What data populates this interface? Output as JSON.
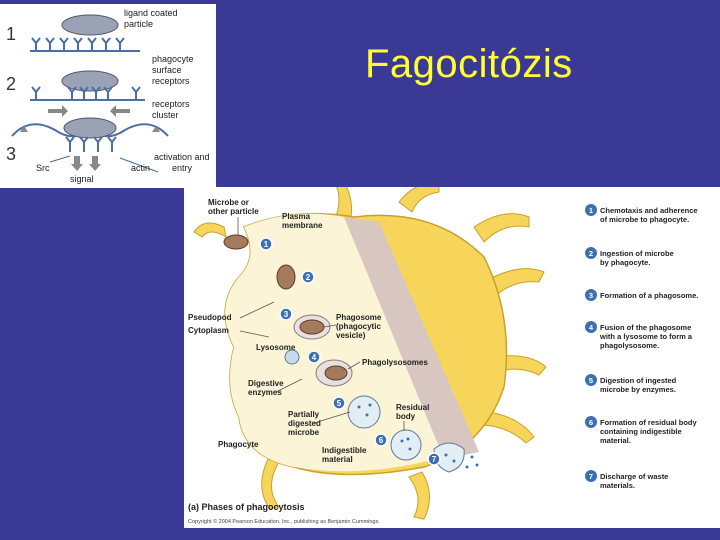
{
  "title": "Fagocitózis",
  "inset": {
    "steps": [
      "1",
      "2",
      "3"
    ],
    "labels": {
      "ligand": "ligand coated particle",
      "phagocyte": "phagocyte surface receptors",
      "cluster": "receptors cluster",
      "activation": "activation and entry",
      "actin": "actin",
      "src": "Src",
      "signal": "signal"
    }
  },
  "figure": {
    "caption": "(a) Phases of phagocytosis",
    "copyright": "Copyright © 2004 Pearson Education, Inc., publishing as Benjamin Cummings.",
    "labels": {
      "microbe": "Microbe or other particle",
      "plasma": "Plasma membrane",
      "pseudopod": "Pseudopod",
      "cytoplasm": "Cytoplasm",
      "phagosome": "Phagosome (phagocytic vesicle)",
      "lysosome": "Lysosome",
      "phagolysosomes": "Phagolysosomes",
      "digestive": "Digestive enzymes",
      "partially": "Partially digested microbe",
      "residual": "Residual body",
      "indigestible": "Indigestible material",
      "phagocyte": "Phagocyte"
    },
    "steps": [
      {
        "num": "1",
        "text": "Chemotaxis and adherence of microbe to phagocyte."
      },
      {
        "num": "2",
        "text": "Ingestion of microbe by phagocyte."
      },
      {
        "num": "3",
        "text": "Formation of a phagosome."
      },
      {
        "num": "4",
        "text": "Fusion of the phagosome with a lysosome to form a phagolysosome."
      },
      {
        "num": "5",
        "text": "Digestion of ingested microbe by enzymes."
      },
      {
        "num": "6",
        "text": "Formation of residual body containing indigestible material."
      },
      {
        "num": "7",
        "text": "Discharge of waste materials."
      }
    ]
  },
  "colors": {
    "background": "#3a3a96",
    "title": "#ffff33",
    "cell": "#f7d55a",
    "cytoplasm": "#fbf4d6",
    "step_badge": "#3d6fb5"
  }
}
